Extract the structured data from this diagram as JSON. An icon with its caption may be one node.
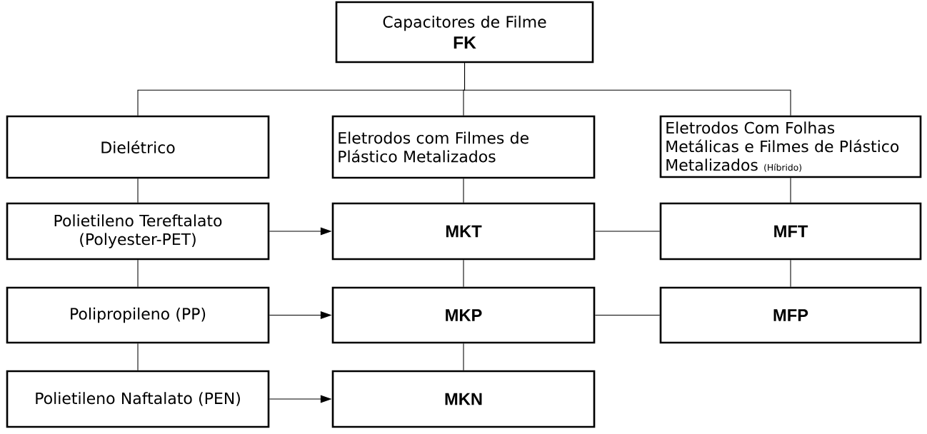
{
  "diagram": {
    "nodes": [
      {
        "text": [
          "Capacitores de Filme",
          "FK"
        ]
      },
      {
        "text": [
          "Dielétrico"
        ]
      },
      {
        "text": [
          "Eletrodos com Filmes de Plástico Metalizados"
        ]
      },
      {
        "text": [
          "Eletrodos Com Folhas Metálicas e Filmes de Plástico Metalizados",
          "(Híbrido)"
        ]
      },
      {
        "text": [
          "Polietileno Tereftalato (Polyester-PET)"
        ]
      },
      {
        "text": [
          "MKT"
        ]
      },
      {
        "text": [
          "MFT"
        ]
      },
      {
        "text": [
          "Polipropileno (PP)"
        ]
      },
      {
        "text": [
          "MKP"
        ]
      },
      {
        "text": [
          "MFP"
        ]
      },
      {
        "text": [
          "Polietileno Naftalato (PEN)"
        ]
      },
      {
        "text": [
          "MKN"
        ]
      }
    ],
    "edges": [
      {
        "from": 0,
        "to": 1,
        "arrow": "none"
      },
      {
        "from": 0,
        "to": 2,
        "arrow": "none"
      },
      {
        "from": 0,
        "to": 3,
        "arrow": "none"
      },
      {
        "from": 1,
        "to": 4,
        "arrow": "none"
      },
      {
        "from": 4,
        "to": 7,
        "arrow": "none"
      },
      {
        "from": 7,
        "to": 10,
        "arrow": "none"
      },
      {
        "from": 2,
        "to": 5,
        "arrow": "none"
      },
      {
        "from": 5,
        "to": 8,
        "arrow": "none"
      },
      {
        "from": 8,
        "to": 11,
        "arrow": "none"
      },
      {
        "from": 3,
        "to": 6,
        "arrow": "none"
      },
      {
        "from": 6,
        "to": 9,
        "arrow": "none"
      },
      {
        "from": 4,
        "to": 5,
        "arrow": "to"
      },
      {
        "from": 7,
        "to": 8,
        "arrow": "to"
      },
      {
        "from": 10,
        "to": 11,
        "arrow": "to"
      },
      {
        "from": 5,
        "to": 6,
        "arrow": "none"
      },
      {
        "from": 8,
        "to": 9,
        "arrow": "none"
      }
    ]
  }
}
